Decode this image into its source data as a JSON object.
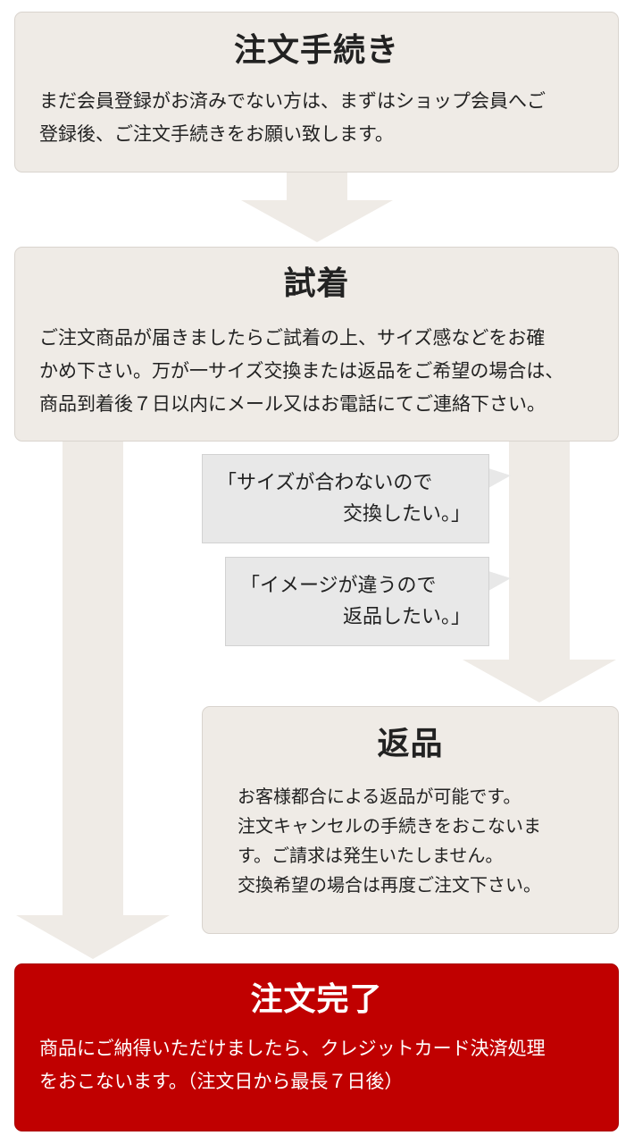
{
  "steps": {
    "order": {
      "title": "注文手続き",
      "body": "まだ会員登録がお済みでない方は、まずはショップ会員へご\n登録後、ご注文手続きをお願い致します。"
    },
    "tryon": {
      "title": "試着",
      "body": "ご注文商品が届きましたらご試着の上、サイズ感などをお確\nかめ下さい。万が一サイズ交換または返品をご希望の場合は、\n商品到着後７日以内にメール又はお電話にてご連絡下さい。"
    },
    "return": {
      "title": "返品",
      "body": "お客様都合による返品が可能です。\n注文キャンセルの手続きをおこないま\nす。ご請求は発生いたしません。\n交換希望の場合は再度ご注文下さい。"
    },
    "complete": {
      "title": "注文完了",
      "body": "商品にご納得いただけましたら、クレジットカード決済処理\nをおこないます。（注文日から最長７日後）"
    }
  },
  "bubbles": {
    "exchange": {
      "line1": "「サイズが合わないので",
      "line2": "交換したい。」"
    },
    "return": {
      "line1": "「イメージが違うので",
      "line2": "返品したい。」"
    }
  },
  "colors": {
    "box_fill": "#efebe6",
    "arrow_fill": "#efebe6",
    "bubble_fill": "#e8e8e8",
    "complete_fill": "#c00000",
    "complete_text": "#ffffff"
  }
}
